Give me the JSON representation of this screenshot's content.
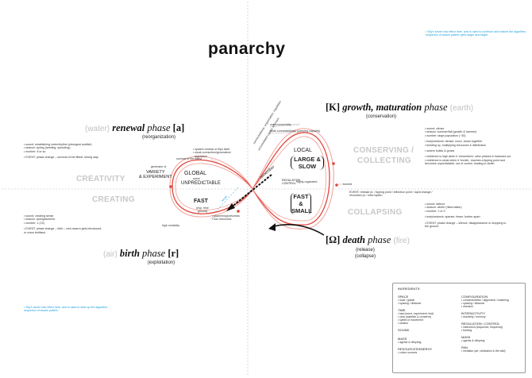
{
  "title": "panarchy",
  "top_right_note": "• Sky's seven has effect here, and is used to continue and mature the algorithm, sequence of swarm pattern gets larger and larger",
  "bottom_left_note": "• Sky's seven has effect here, and is used to start up the algorithm, sequence of swarm pattern",
  "phases": {
    "growth": {
      "bracket": "[K]",
      "name": "growth, maturation",
      "word": "phase",
      "element": "(earth)",
      "sub": "(conservation)"
    },
    "renewal": {
      "element": "(water)",
      "name": "renewal",
      "word": "phase",
      "bracket": "[a]",
      "sub": "(reorganization)"
    },
    "death": {
      "bracket": "[Ω]",
      "name": "death",
      "word": "phase",
      "element": "(fire)",
      "sub1": "(release)",
      "sub2": "(collapse)"
    },
    "birth": {
      "element": "(air)",
      "name": "birth",
      "word": "phase",
      "bracket": "[r]",
      "sub": "(exploitation)"
    }
  },
  "quadrant_labels": {
    "conserving": "CONSERVING /",
    "collecting": "COLLECTING",
    "collapsing": "COLLAPSING",
    "creativity": "CREATIVITY",
    "creating": "CREATING"
  },
  "loop": {
    "local": "LOCAL",
    "large_slow": "LARGE & SLOW",
    "regulation": "REGULATION\nCONTROL",
    "highly_organized": "highly-organized",
    "fast_small": "FAST & SMALL",
    "global": "GLOBAL",
    "warm": "warm",
    "unpredictable": "UNPREDICTABLE",
    "fast_top": "FAST",
    "fast_note": "(esp. time ground)",
    "remember": "remember",
    "revolt": "revolt",
    "generator": "generator of",
    "variety": "VARIETY\n& EXPERIMENT",
    "survival": "survival of the fittest",
    "high_creativity": "high creativity",
    "burned": "burned",
    "over_connectivity": "over-connectivity → ...",
    "peak_connectedness": "peak connectedness (carrying capacity)",
    "system_renews": "• system renews or flips itself\n• weak connection/generation/\n  regulation",
    "pioneer": "• pioneer/opportunists\n• low resources",
    "axis_note_1": "connectedness, organisation, regulation",
    "axis_note_2": "accumulated capital, structure"
  },
  "growth_notes": [
    "• sound: climax",
    "• season: summer/fall (growth & harvest)",
    "• number: large population (~30)",
    "",
    "• body/network: denser, more, closer together",
    "• building up, multiplying resources & distribution",
    "",
    "• swarm builds & grows",
    "",
    "• resilience is high when it 'remembers' other phases & balances out",
    "• resilience is weak when it 'revolts', reaches a tipping point and",
    "  becomes unpredictable, out of control, leading to death"
  ],
  "renewal_notes": [
    "• sound: establishing notes/rhythm (strongest audible)",
    "• season: spring (seeding, sprouting)",
    "• number: 5 or so",
    "",
    "• EVENT: phase change – survival of the fittest, strong stay"
  ],
  "death_event": "EVENT: release pt. / tipping point / inflection point / rapid change / revolution pt. / interruption",
  "death_notes": [
    "• sound: silence",
    "• season: winter (hibernation)",
    "• number: 1 or 0",
    "",
    "• body/network: sparser, fewer, further apart",
    "",
    "• EVENT: phase change – silence, disappearance or dropping to",
    "  the ground"
  ],
  "birth_notes": [
    "• sound: creating sense",
    "• season: spring/summer",
    "• number: 1 (15)",
    "",
    "• EVENT: phase change – birth – new swarm gets introduced,",
    "  or cross fertilised"
  ],
  "legend": {
    "title": "INGREDIENTS:",
    "left": [
      {
        "h": "SPACE",
        "items": [
          "• local / global",
          "• spacing / distance"
        ]
      },
      {
        "h": "TIME",
        "items": [
          "• fast (event, experiment, test)",
          "• slow (stabilize & conserve)",
          "• speed of movement",
          "• season"
        ]
      },
      {
        "h": "SOUND",
        "items": []
      },
      {
        "h": "MASS",
        "items": [
          "• agents & offspring"
        ]
      },
      {
        "h": "RESOURCES/ENERGY",
        "items": [
          "• colour sources"
        ]
      }
    ],
    "right": [
      {
        "h": "CONFIGURATION",
        "items": [
          "• connectedness / alignment / clustering",
          "• spacing / distance",
          "• direction"
        ]
      },
      {
        "h": "INTERACTIVITY",
        "items": [
          "• reactivity / memory"
        ]
      },
      {
        "h": "REGULATION / CONTROL",
        "items": [
          "• instruction (sequence, frequency)",
          "• training"
        ]
      },
      {
        "h": "MASS",
        "items": [
          "• agents & offspring"
        ]
      },
      {
        "h": "PAN",
        "items": [
          "• mediator (art, civilization & the wild)"
        ]
      }
    ]
  },
  "colors": {
    "loop": "#e0463c",
    "loop_light": "#f2a69f",
    "axis": "#bdbdbd",
    "accent_blue": "#1a9fe0"
  }
}
